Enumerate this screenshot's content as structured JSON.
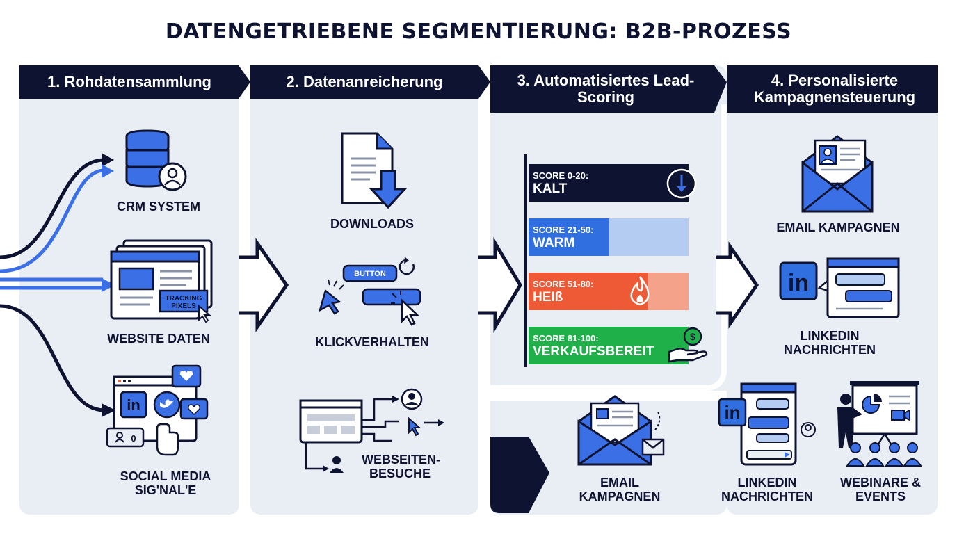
{
  "title": "DATENGETRIEBENE SEGMENTIERUNG: B2B-PROZESS",
  "steps": [
    {
      "label": "1. Rohdatensammlung"
    },
    {
      "label": "2. Datenanreicherung"
    },
    {
      "label": "3. Automatisiertes Lead-Scoring"
    },
    {
      "label": "4. Personalisierte Kampagnensteuerung"
    }
  ],
  "col1": {
    "crm": "CRM SYSTEM",
    "website": "WEBSITE DATEN",
    "tracking": "TRACKING PIXELS",
    "social": "SOCIAL MEDIA SIG'NAL'E"
  },
  "col2": {
    "downloads": "DOWNLOADS",
    "button": "BUTTON",
    "click": "KLICKVERHALTEN",
    "visits": "WEBSEITEN-BESUCHE"
  },
  "scores": [
    {
      "range": "SCORE 0-20:",
      "name": "KALT",
      "color": "#0d1330",
      "text_color": "#ffffff"
    },
    {
      "range": "SCORE 21-50:",
      "name": "WARM",
      "color": "#2f6fe0",
      "text_color": "#ffffff"
    },
    {
      "range": "SCORE 51-80:",
      "name": "HEIß",
      "color": "#ee5a36",
      "text_color": "#ffffff"
    },
    {
      "range": "SCORE 81-100:",
      "name": "VERKAUFSBEREIT",
      "color": "#20b04a",
      "text_color": "#ffffff"
    }
  ],
  "col3": {
    "email": "EMAIL KAMPAGNEN"
  },
  "col4": {
    "email": "EMAIL KAMPAGNEN",
    "linkedin": "LINKEDIN NACHRICHTEN",
    "linkedin2": "LINKEDIN NACHRICHTEN",
    "webinar": "WEBINARE & EVENTS"
  },
  "icons": [
    "database-icon",
    "user-icon",
    "browser-icon",
    "cursor-icon",
    "social-icon",
    "linkedin-icon",
    "twitter-icon",
    "heart-icon",
    "document-download-icon",
    "button-click-icon",
    "refresh-icon",
    "flow-icon",
    "arrow-down-icon",
    "fire-icon",
    "dollar-hand-icon",
    "envelope-icon",
    "presentation-icon"
  ]
}
